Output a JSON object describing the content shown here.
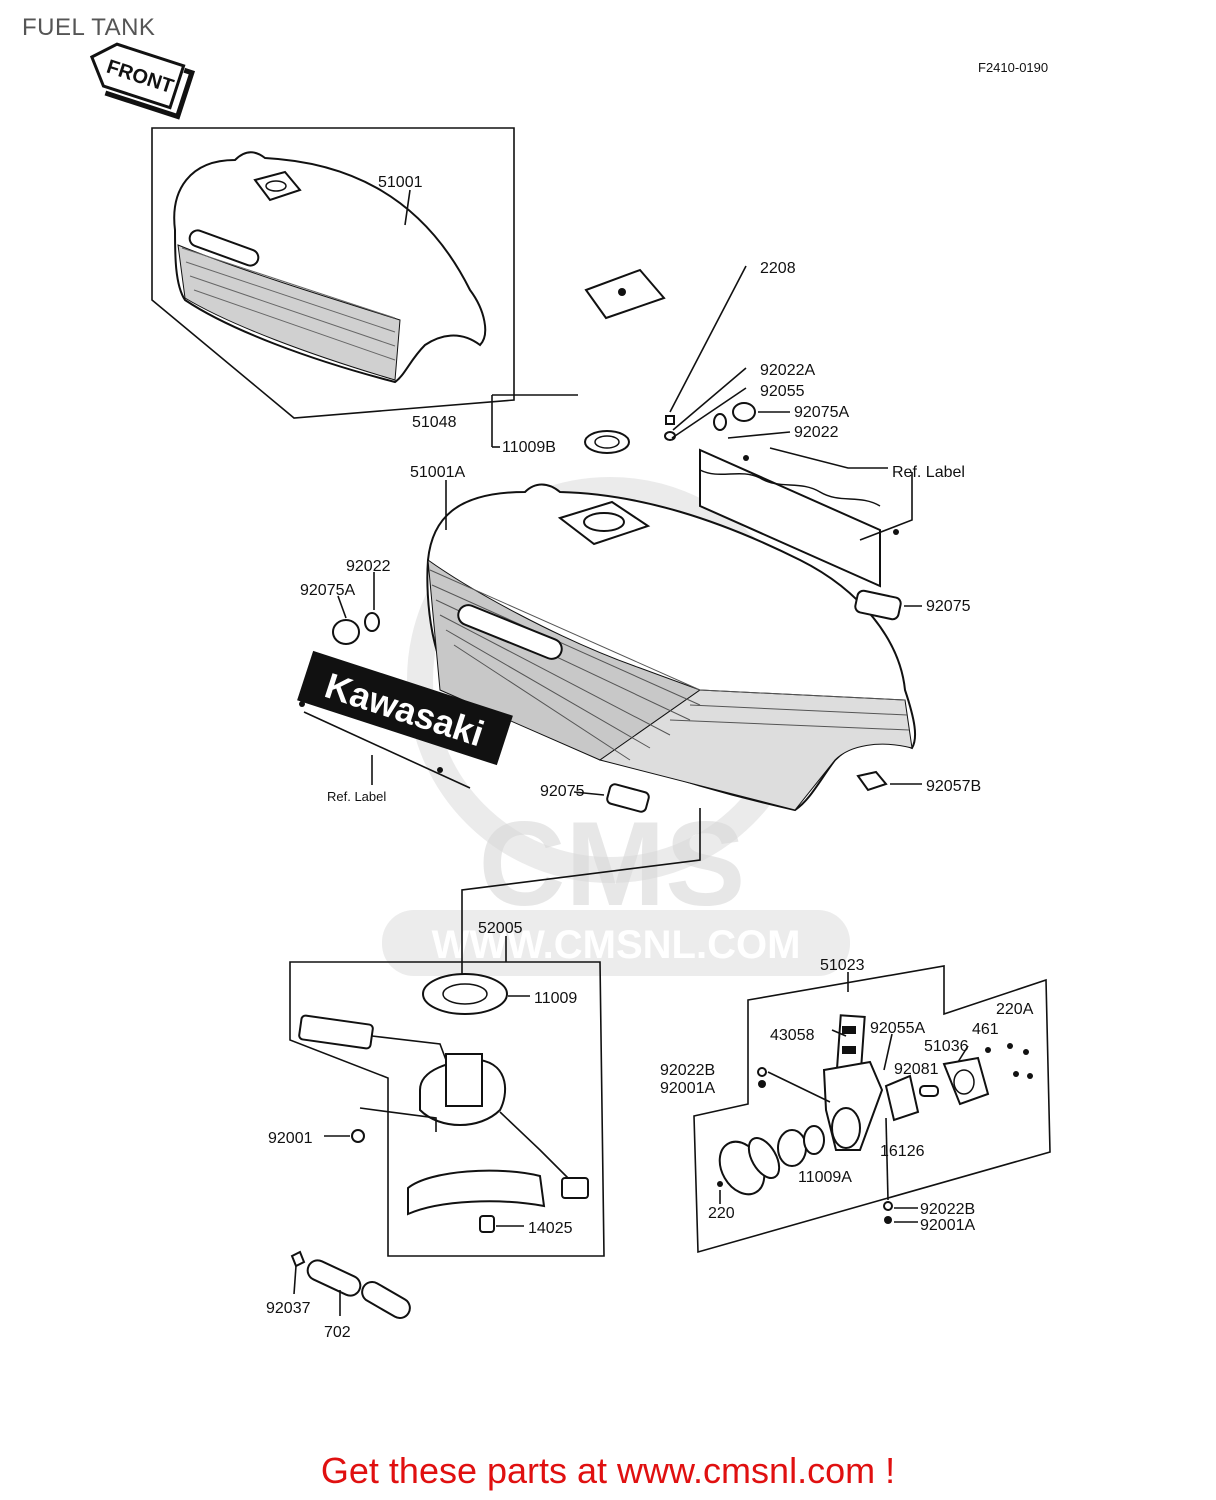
{
  "title": "FUEL TANK",
  "diagram_code": "F2410-0190",
  "front_tag": "FRONT",
  "brand_label": "Kawasaki",
  "watermark": {
    "logo": "CMS",
    "url": "WWW.CMSNL.COM"
  },
  "parts": {
    "p51001": "51001",
    "p2208": "2208",
    "p92022A": "92022A",
    "p92055": "92055",
    "p92075A_top": "92075A",
    "p92022_top": "92022",
    "p51048": "51048",
    "p11009B": "11009B",
    "ref_label_top": "Ref. Label",
    "p51001A": "51001A",
    "p92022_left": "92022",
    "p92075A_left": "92075A",
    "p92075_right": "92075",
    "ref_label_left": "Ref. Label",
    "p92075_bottom": "92075",
    "p92057B": "92057B",
    "p52005": "52005",
    "p11009": "11009",
    "p92001": "92001",
    "p14025": "14025",
    "p92037": "92037",
    "p702": "702",
    "p51023": "51023",
    "p43058": "43058",
    "p92055A": "92055A",
    "p461": "461",
    "p220A": "220A",
    "p51036": "51036",
    "p92022B_l": "92022B",
    "p92001A_l": "92001A",
    "p92081": "92081",
    "p16126": "16126",
    "p11009A": "11009A",
    "p220": "220",
    "p92022B_b": "92022B",
    "p92001A_b": "92001A"
  },
  "footer": "Get these parts at www.cmsnl.com !"
}
